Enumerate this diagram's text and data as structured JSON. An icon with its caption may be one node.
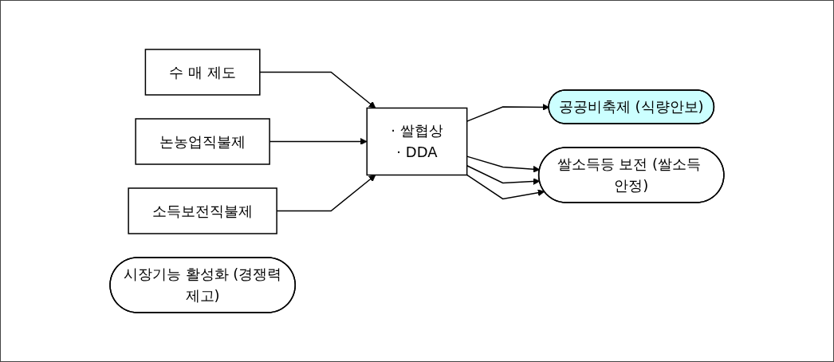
{
  "diagram": {
    "nodes": [
      {
        "text": [
          "수 매 제도"
        ]
      },
      {
        "text": [
          "논농업직불제"
        ]
      },
      {
        "text": [
          "소득보전직불제"
        ]
      },
      {
        "text": [
          "· 쌀협상",
          "· DDA"
        ]
      },
      {
        "text": [
          "공공비축제 (식량안보)"
        ]
      },
      {
        "text": [
          "쌀소득등 보전 (쌀소득 안정)"
        ]
      },
      {
        "text": [
          "시장기능 활성화 (경쟁력제고)"
        ]
      }
    ],
    "edges": [
      {
        "from": 0,
        "to": 3,
        "arrow": "to"
      },
      {
        "from": 1,
        "to": 3,
        "arrow": "to"
      },
      {
        "from": 2,
        "to": 3,
        "arrow": "to"
      },
      {
        "from": 3,
        "to": 4,
        "arrow": "to"
      },
      {
        "from": 3,
        "to": 5,
        "arrow": "to"
      },
      {
        "from": 3,
        "to": 5,
        "arrow": "to"
      },
      {
        "from": 3,
        "to": 5,
        "arrow": "to"
      }
    ]
  }
}
